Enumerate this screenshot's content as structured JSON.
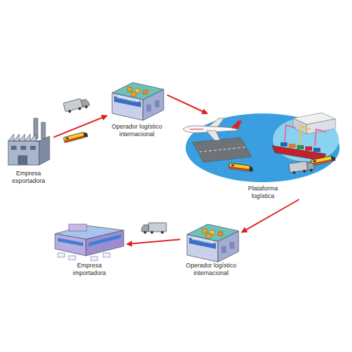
{
  "diagram": {
    "nodes": [
      {
        "text": [
          "Empresa exportadora"
        ]
      },
      {
        "text": [
          "Operador logístico internacional"
        ]
      },
      {
        "text": [
          "Plataforma logística"
        ]
      },
      {
        "text": [
          "Operador logístico internacional"
        ]
      },
      {
        "text": [
          "Empresa importadora"
        ]
      }
    ],
    "edges": [
      {
        "from": 0,
        "to": 1,
        "arrow": "to"
      },
      {
        "from": 1,
        "to": 2,
        "arrow": "to"
      },
      {
        "from": 2,
        "to": 3,
        "arrow": "to"
      },
      {
        "from": 3,
        "to": 4,
        "arrow": "to"
      }
    ],
    "labels": [
      "OPERADOR",
      "OPERADOR"
    ]
  }
}
